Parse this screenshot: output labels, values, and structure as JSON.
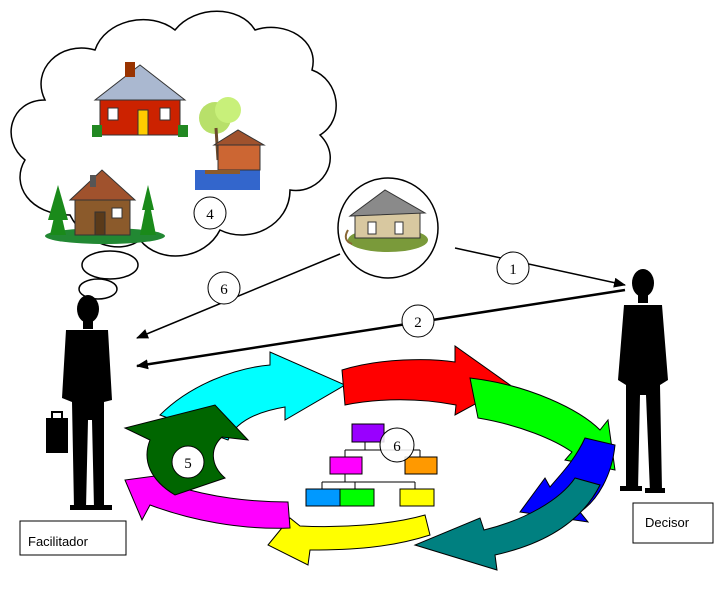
{
  "labels": {
    "facilitator": "Facilitador",
    "decision_maker": "Decisor"
  },
  "step_numbers": {
    "problem_to_decisor": "1",
    "decisor_to_facilitator": "2",
    "dream_houses": "4",
    "cycle": "5",
    "back_to_facilitator": "6",
    "hierarchy": "6"
  },
  "cycle_arrow_colors": [
    "#ff0000",
    "#00ff00",
    "#0000ff",
    "#008080",
    "#ffff00",
    "#ff00ff",
    "#006600",
    "#00ffff"
  ],
  "hierarchy_box_colors": {
    "top": "#9900ff",
    "mid_left": "#ff00ff",
    "mid_right": "#ff9900",
    "bottom_left": "#0099ff",
    "bottom_mid": "#00ff00",
    "bottom_right": "#ffff00"
  },
  "icons": [
    "thought-cloud",
    "house-icon",
    "cabin-icon",
    "lake-house-icon",
    "problem-house-icon",
    "person-silhouette-icon",
    "briefcase-icon"
  ]
}
